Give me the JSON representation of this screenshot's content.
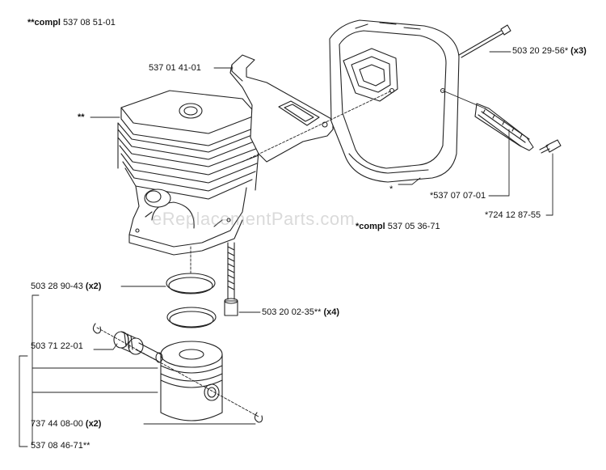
{
  "labels": {
    "compl_top_prefix": "**compl",
    "compl_top_num": " 537 08 51-01",
    "bracket_part": "537 01 41-01",
    "cylinder_mark": "**",
    "bolt_prefix": "503 20 29-56*",
    "bolt_qty": " (x3)",
    "muffler_mark": "*",
    "plate_part": "*537 07 07-01",
    "screw_part": "*724 12 87-55",
    "compl_mid_prefix": "*compl",
    "compl_mid_num": " 537 05 36-71",
    "ring_part": "503 28 90-43",
    "ring_qty": " (x2)",
    "cyl_screw_part": "503 20 02-35**",
    "cyl_screw_qty": " (x4)",
    "bearing_part": "503 71 22-01",
    "circlip_part": "737 44 08-00",
    "circlip_qty": " (x2)",
    "piston_part": "537 08 46-71**"
  },
  "watermark": "eReplacementParts.com",
  "colors": {
    "line": "#222222",
    "text": "#111111",
    "watermark": "#9a9a9a"
  }
}
